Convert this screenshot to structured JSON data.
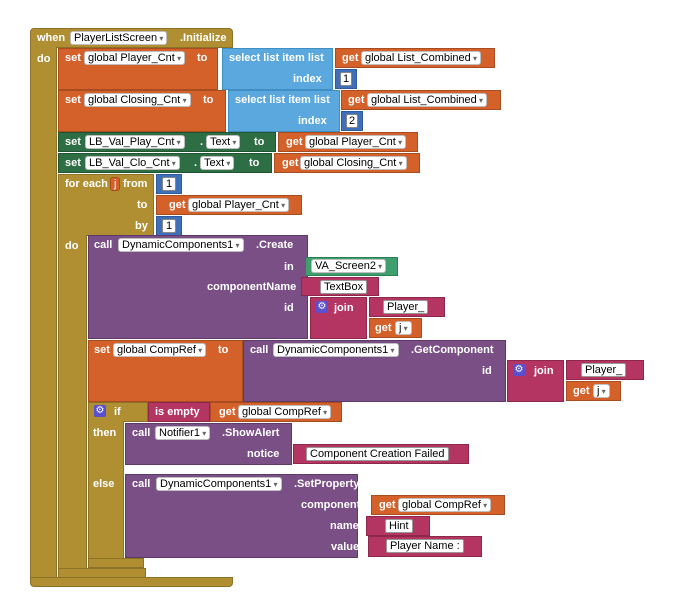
{
  "event": {
    "when": "when",
    "component": "PlayerListScreen",
    "event_name": ".Initialize",
    "do": "do"
  },
  "kw": {
    "set": "set",
    "get": "get",
    "to": "to",
    "index": "index",
    "select": "select list item  list",
    "for_each": "for each",
    "from": "from",
    "by": "by",
    "do": "do",
    "call": "call",
    "in": "in",
    "componentName": "componentName",
    "id": "id",
    "join": "join",
    "if": "if",
    "then": "then",
    "else": "else",
    "is_empty": "is empty",
    "notice": "notice",
    "component": "component",
    "name": "name",
    "value": "value",
    "text_prop": "Text",
    "dot": "."
  },
  "vars": {
    "player_cnt": "global Player_Cnt",
    "closing_cnt": "global Closing_Cnt",
    "list_combined": "global List_Combined",
    "comp_ref": "global CompRef",
    "j": "j"
  },
  "labels": {
    "play_cnt": "LB_Val_Play_Cnt",
    "clo_cnt": "LB_Val_Clo_Cnt"
  },
  "nums": {
    "one": "1",
    "two": "2"
  },
  "dyn": {
    "component": "DynamicComponents1",
    "create": ".Create",
    "get_component": ".GetComponent",
    "set_property": ".SetProperty"
  },
  "notifier": {
    "component": "Notifier1",
    "method": ".ShowAlert"
  },
  "strings": {
    "va_screen": "VA_Screen2",
    "textbox": "TextBox",
    "player": "Player_",
    "failed": "Component Creation Failed",
    "hint": "Hint",
    "player_name": "Player Name :"
  },
  "colors": {
    "control": "#b08f33",
    "variables": "#d4612a",
    "lists": "#5ba8de",
    "math": "#3f6fb8",
    "components": "#2e6e44",
    "dynamic": "#7a4f86",
    "text": "#b53562"
  }
}
